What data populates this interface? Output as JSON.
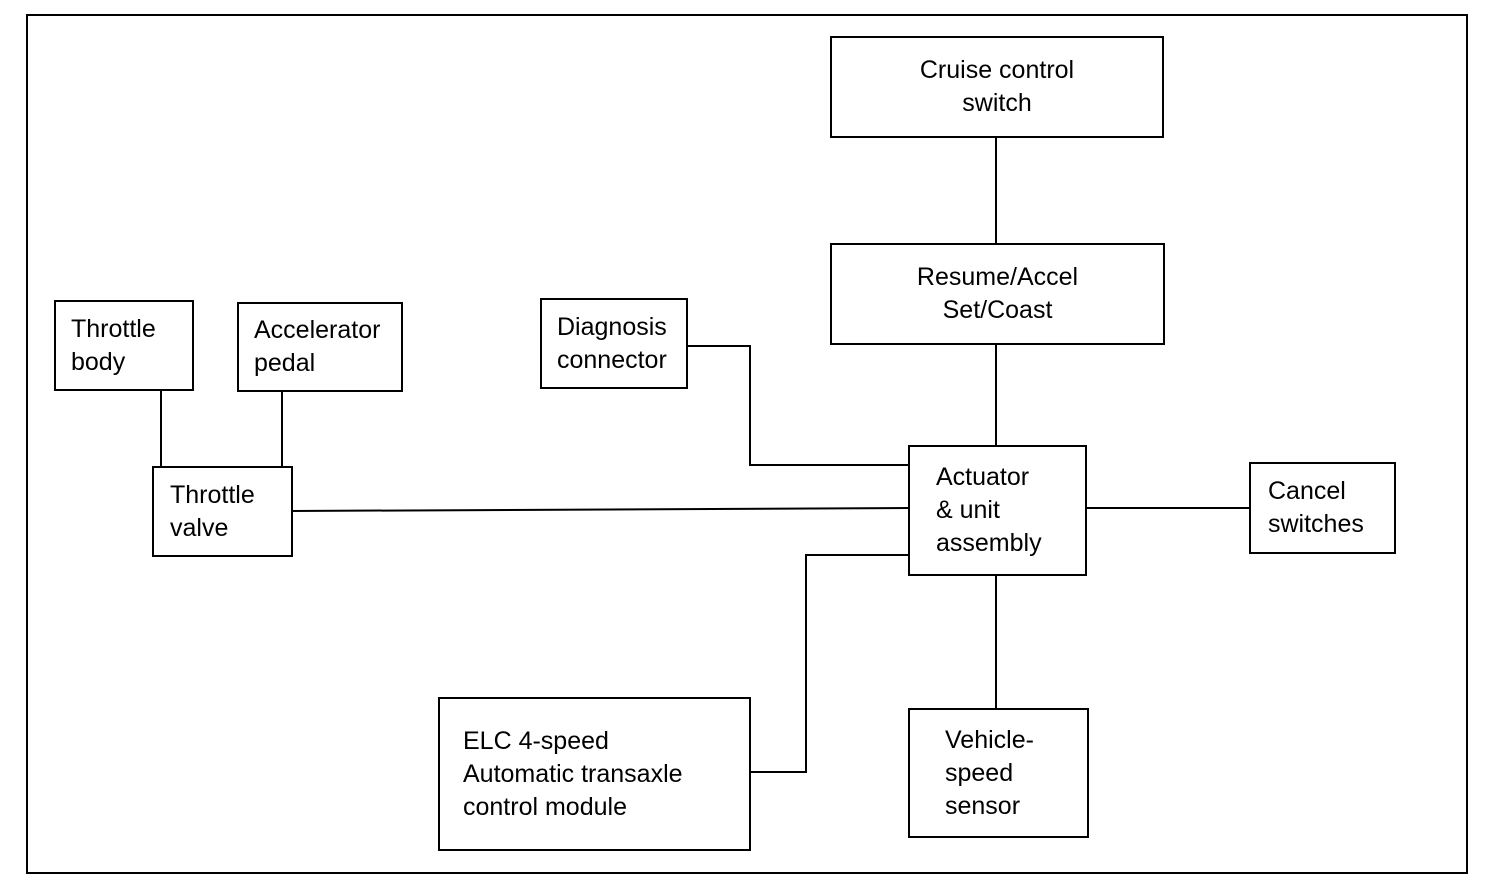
{
  "diagram": {
    "nodes": {
      "cruise_control_switch": {
        "lines": [
          "Cruise control",
          "switch"
        ]
      },
      "resume_accel": {
        "lines": [
          "Resume/Accel",
          "Set/Coast"
        ]
      },
      "throttle_body": {
        "lines": [
          "Throttle",
          "body"
        ]
      },
      "accelerator_pedal": {
        "lines": [
          "Accelerator",
          "pedal"
        ]
      },
      "diagnosis_connector": {
        "lines": [
          "Diagnosis",
          "connector"
        ]
      },
      "actuator_unit": {
        "lines": [
          "Actuator",
          "& unit",
          "assembly"
        ]
      },
      "cancel_switches": {
        "lines": [
          "Cancel",
          "switches"
        ]
      },
      "throttle_valve": {
        "lines": [
          "Throttle",
          "valve"
        ]
      },
      "elc_module": {
        "lines": [
          "ELC 4-speed",
          "Automatic transaxle",
          "control module"
        ]
      },
      "vehicle_speed_sensor": {
        "lines": [
          "Vehicle-",
          "speed",
          "sensor"
        ]
      }
    },
    "edges": [
      [
        "cruise_control_switch",
        "resume_accel"
      ],
      [
        "resume_accel",
        "actuator_unit"
      ],
      [
        "throttle_body",
        "throttle_valve"
      ],
      [
        "accelerator_pedal",
        "throttle_valve"
      ],
      [
        "throttle_valve",
        "actuator_unit"
      ],
      [
        "diagnosis_connector",
        "actuator_unit"
      ],
      [
        "actuator_unit",
        "cancel_switches"
      ],
      [
        "actuator_unit",
        "vehicle_speed_sensor"
      ],
      [
        "elc_module",
        "actuator_unit"
      ]
    ]
  }
}
